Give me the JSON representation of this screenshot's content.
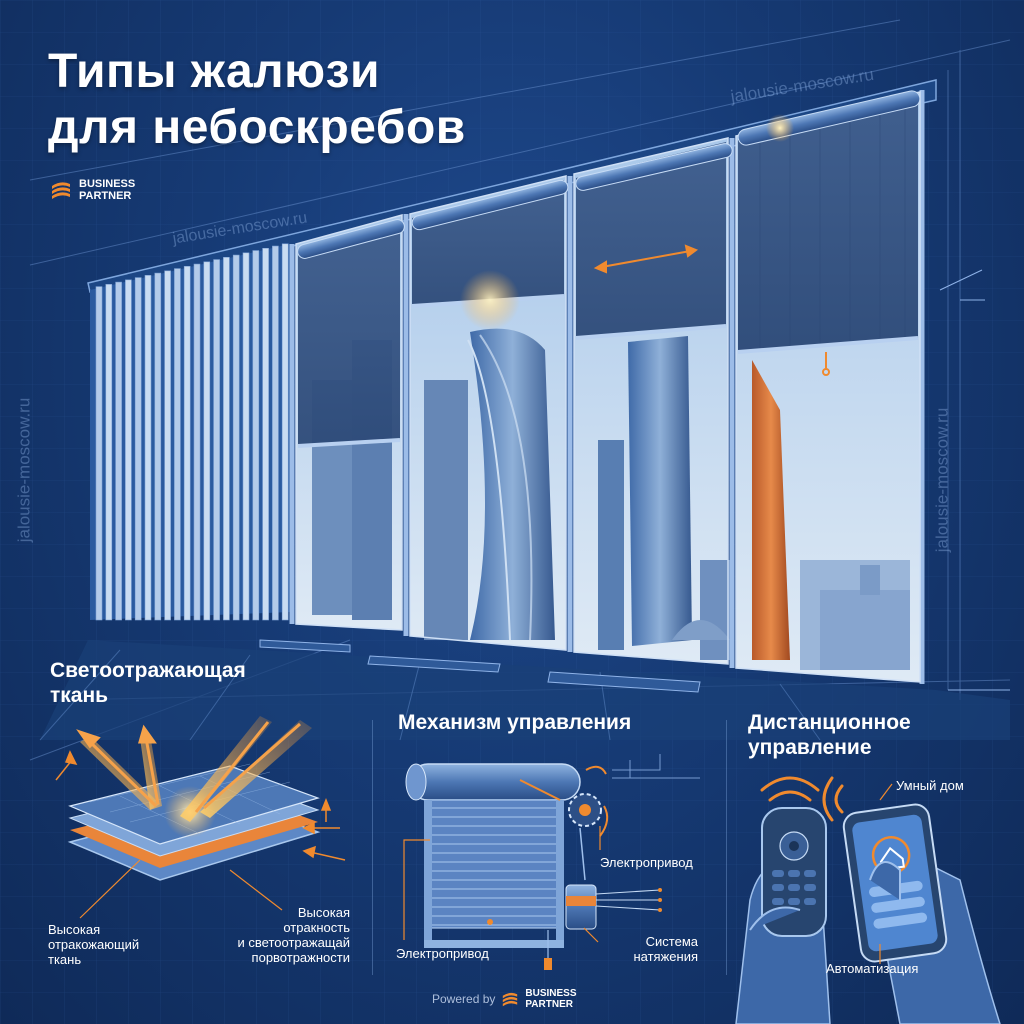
{
  "title": {
    "line1": "Типы жалюзи",
    "line2": "для небоскребов"
  },
  "brand": {
    "line1": "BUSINESS",
    "line2": "PARTNER"
  },
  "watermark": "jalousie-moscow.ru",
  "sections": {
    "fabric": {
      "line1": "Светоотражающая",
      "line2": "ткань"
    },
    "mechanism": "Механизм управления",
    "remote": {
      "line1": "Дистанционное",
      "line2": "управление"
    }
  },
  "labels": {
    "fabric_left": {
      "line1": "Высокая",
      "line2": "отракожающий",
      "line3": "ткань"
    },
    "fabric_right": {
      "line1": "Высокая",
      "line2": "отракность",
      "line3": "и светоотражащай",
      "line4": "порвотражности"
    },
    "motor_top": "Электропривод",
    "motor_bottom": "Электропривод",
    "tension": {
      "line1": "Система",
      "line2": "натяжения"
    },
    "smart_home": "Умный дом",
    "automation": "Автоматизация"
  },
  "footer": {
    "powered": "Powered by"
  },
  "colors": {
    "accent": "#f08a2e",
    "background": "#163a74",
    "line": "#8fb3e8",
    "text": "#ffffff"
  }
}
